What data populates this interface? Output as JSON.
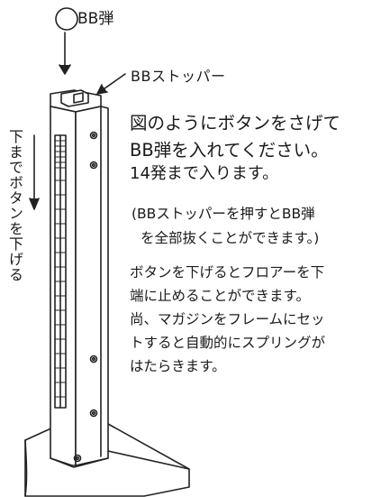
{
  "labels": {
    "bb": "BB弾",
    "stopper": "BBストッパー",
    "side_instruction": "下までボタンを下げる"
  },
  "instructions": {
    "main": [
      "図のようにボタンをさげて",
      "BB弾を入れてください。",
      "14発まで入ります。"
    ],
    "note": [
      "(BBストッパーを押すとBB弾",
      "を全部抜くことができます。)"
    ],
    "para": [
      "ボタンを下げるとフロアーを下",
      "端に止めることができます。",
      "尚、マガジンをフレームにセッ",
      "トすると自動的にスプリングが",
      "はたらきます。"
    ]
  }
}
